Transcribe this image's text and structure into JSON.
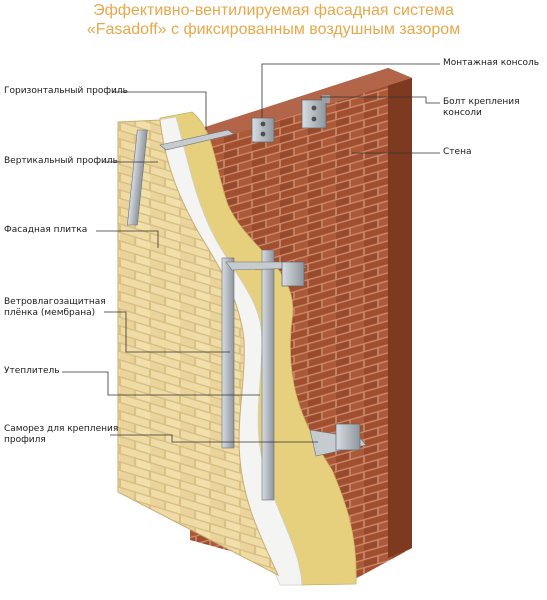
{
  "title": {
    "line1": "Эффективно-вентилируемая фасадная система",
    "line2": "«Fasadoff» с фиксированным воздушным зазором"
  },
  "labels": {
    "left": [
      "Горизонтальный профиль",
      "Вертикальный профиль",
      "Фасадная плитка",
      "Ветровлагозащитная",
      "плёнка (мембрана)",
      "Утеплитель",
      "Саморез для крепления",
      "профиля"
    ],
    "right": [
      "Монтажная консоль",
      "Болт крепления",
      "консоли",
      "Стена"
    ]
  },
  "colors": {
    "title": "#e8a84a",
    "brick": "#a24f2f",
    "mortar": "#c98b6e",
    "insulation": "#e8d68a",
    "membrane": "#f2f2f2",
    "tile": "#ecd7a0",
    "metal": "#b9bec4"
  }
}
